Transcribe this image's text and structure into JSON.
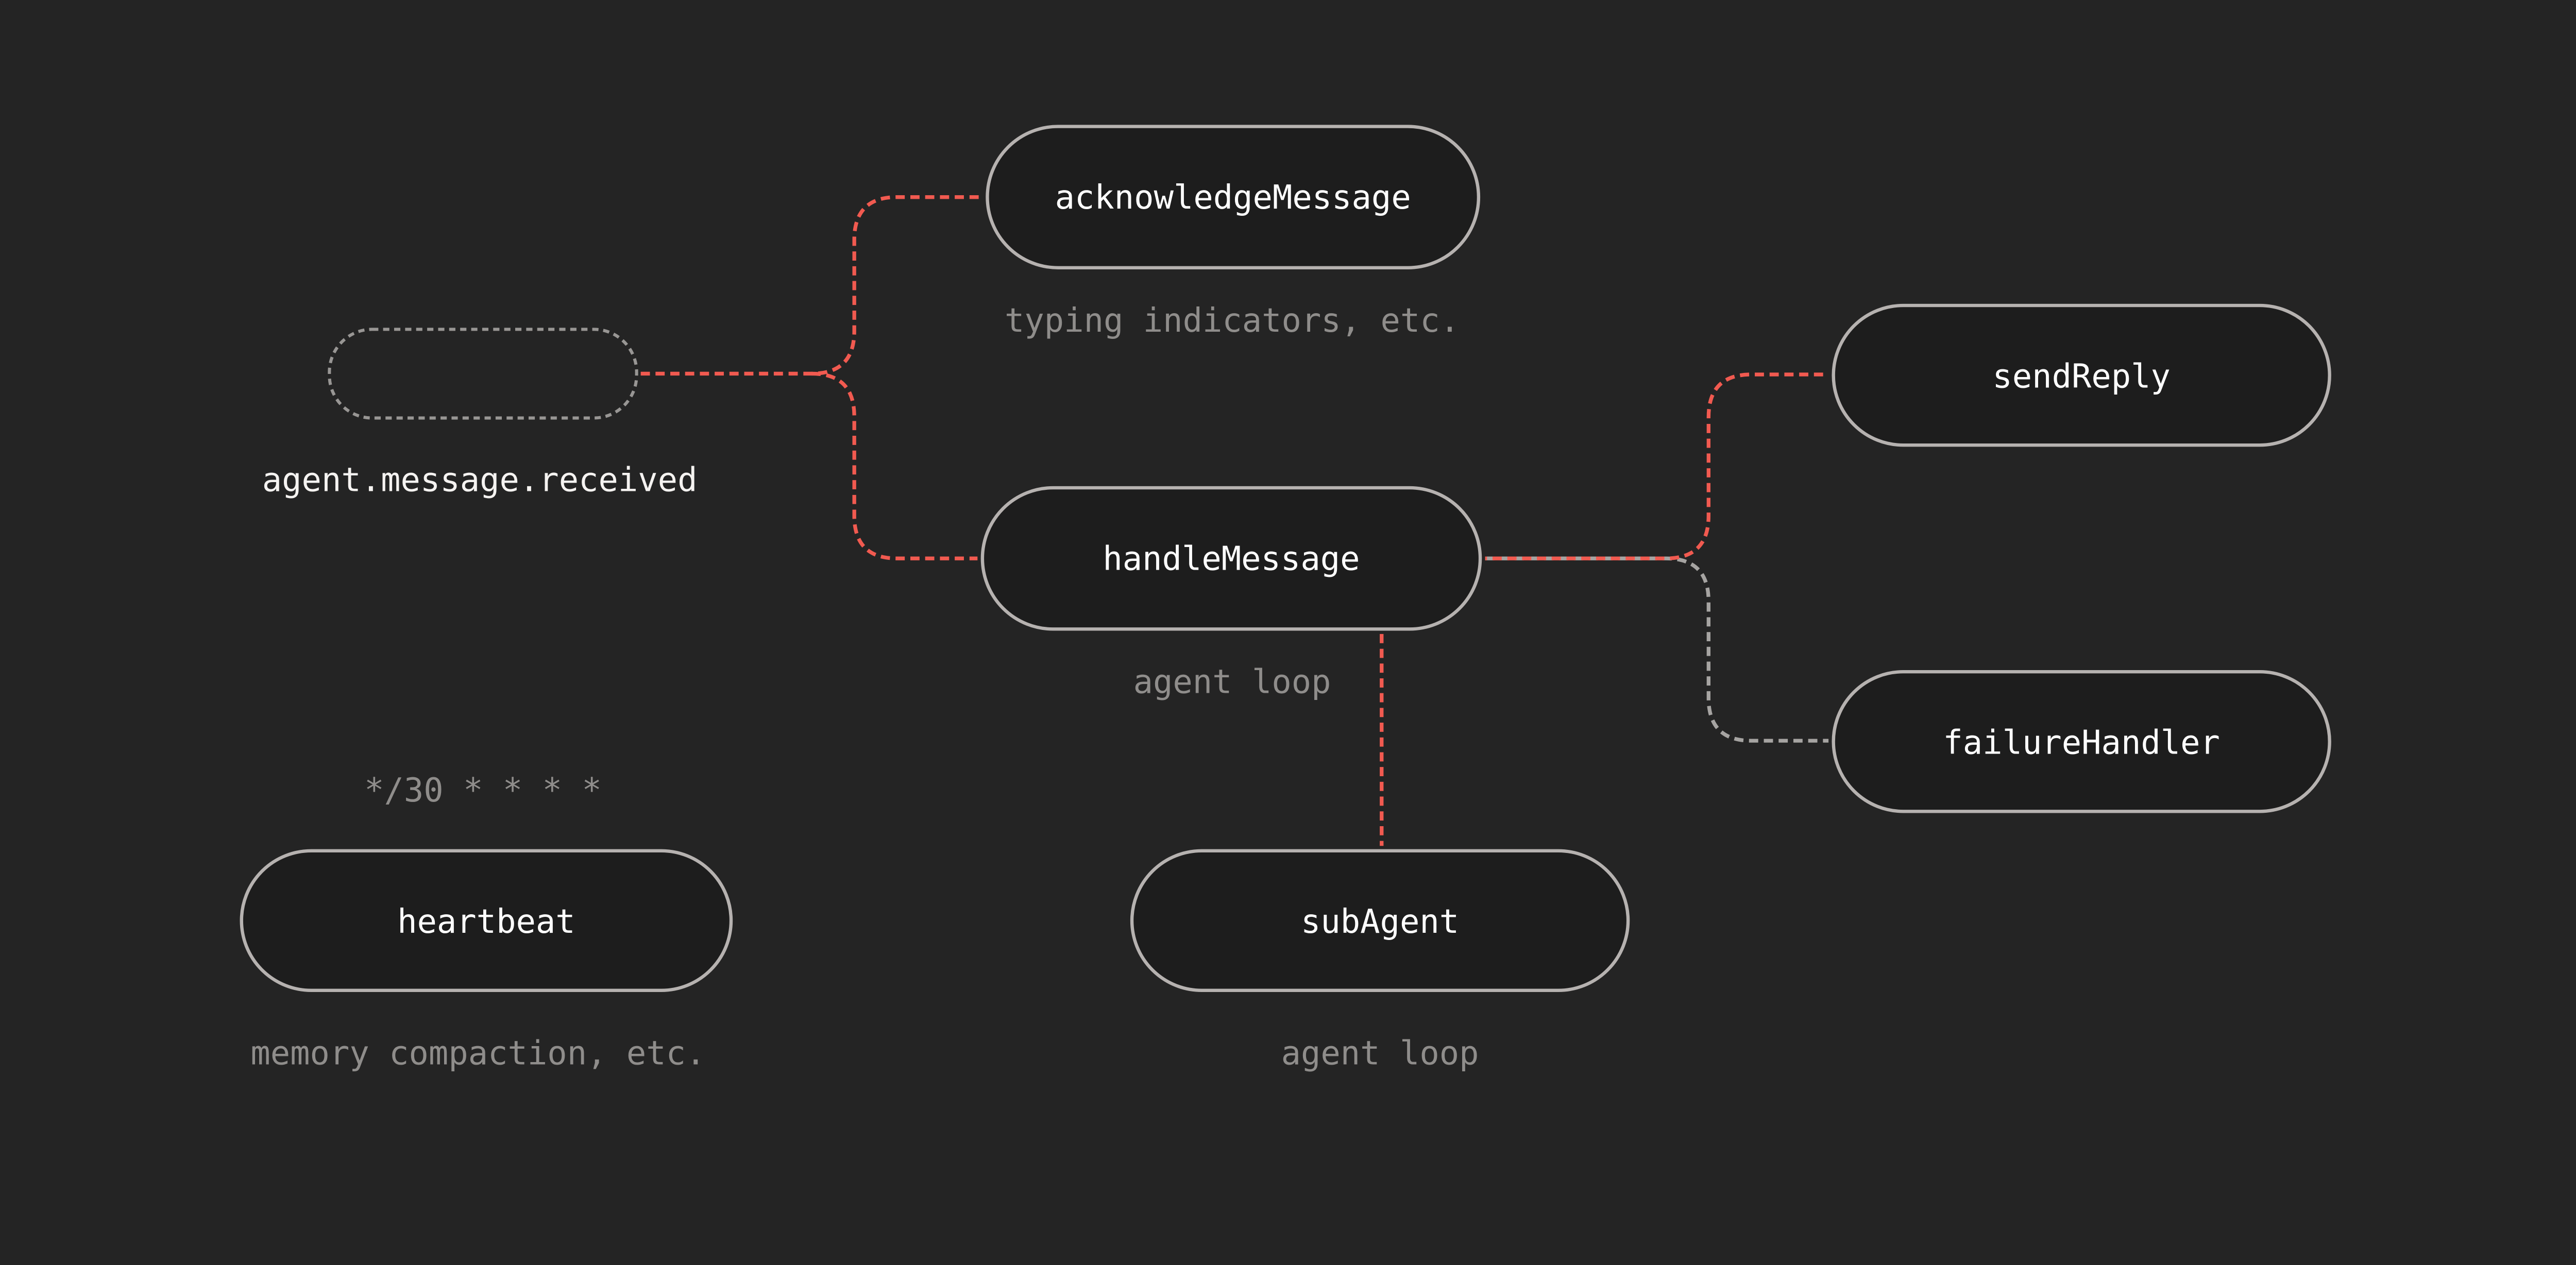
{
  "colors": {
    "bg": "#242424",
    "node_fill": "#1d1d1d",
    "node_border": "#b6b2b0",
    "edge_red": "#f15a50",
    "edge_gray": "#a6a4a2",
    "trigger_border": "#989694",
    "label_white": "#ffffff",
    "caption_gray": "#8f8d8b"
  },
  "nodes": {
    "trigger": {
      "caption": "agent.message.received"
    },
    "acknowledge_message": {
      "label": "acknowledgeMessage",
      "caption": "typing indicators, etc."
    },
    "handle_message": {
      "label": "handleMessage",
      "caption": "agent loop"
    },
    "send_reply": {
      "label": "sendReply"
    },
    "failure_handler": {
      "label": "failureHandler"
    },
    "sub_agent": {
      "label": "subAgent",
      "caption": "agent loop"
    },
    "heartbeat": {
      "label": "heartbeat",
      "caption_above": "*/30 * * * *",
      "caption_below": "memory compaction, etc."
    }
  }
}
